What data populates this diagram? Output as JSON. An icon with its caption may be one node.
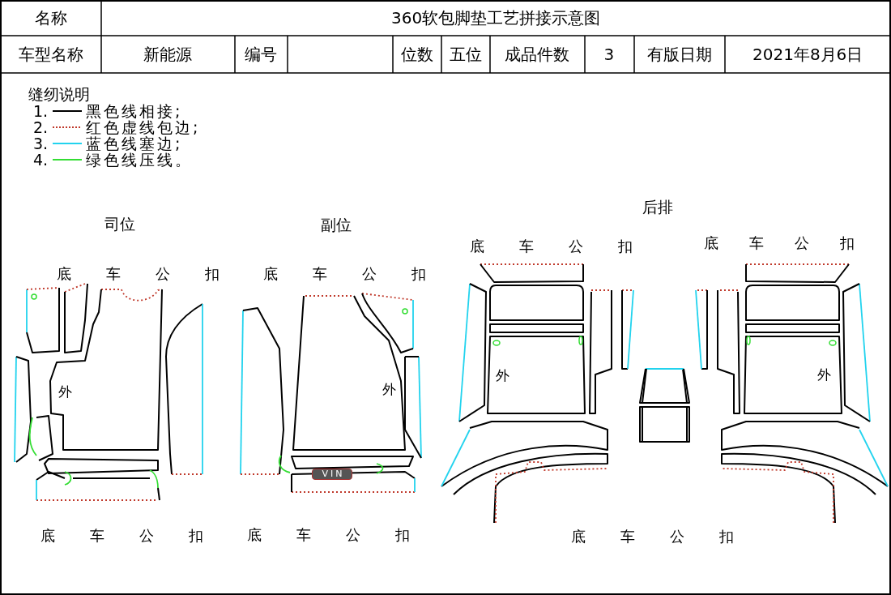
{
  "diagram": {
    "labels": [
      "名称",
      "360软包脚垫工艺拼接示意图",
      "车型名称",
      "新能源",
      "编号",
      "位数",
      "五位",
      "成品件数",
      "3",
      "有版日期",
      "2021年8月6日",
      "缝纫说明",
      "1.",
      "2.",
      "3.",
      "4.",
      "司位",
      "副位",
      "后排",
      "底车公扣",
      "底车公扣",
      "底车公扣",
      "底车公扣",
      "底车公扣",
      "底车公扣",
      "底车公扣",
      "外",
      "外",
      "外",
      "外",
      "VIN"
    ],
    "legend": [
      {
        "text": "黑色线相接;"
      },
      {
        "text": "红色虚线包边;"
      },
      {
        "text": "蓝色线塞边;"
      },
      {
        "text": "绿色线压线。"
      }
    ]
  }
}
